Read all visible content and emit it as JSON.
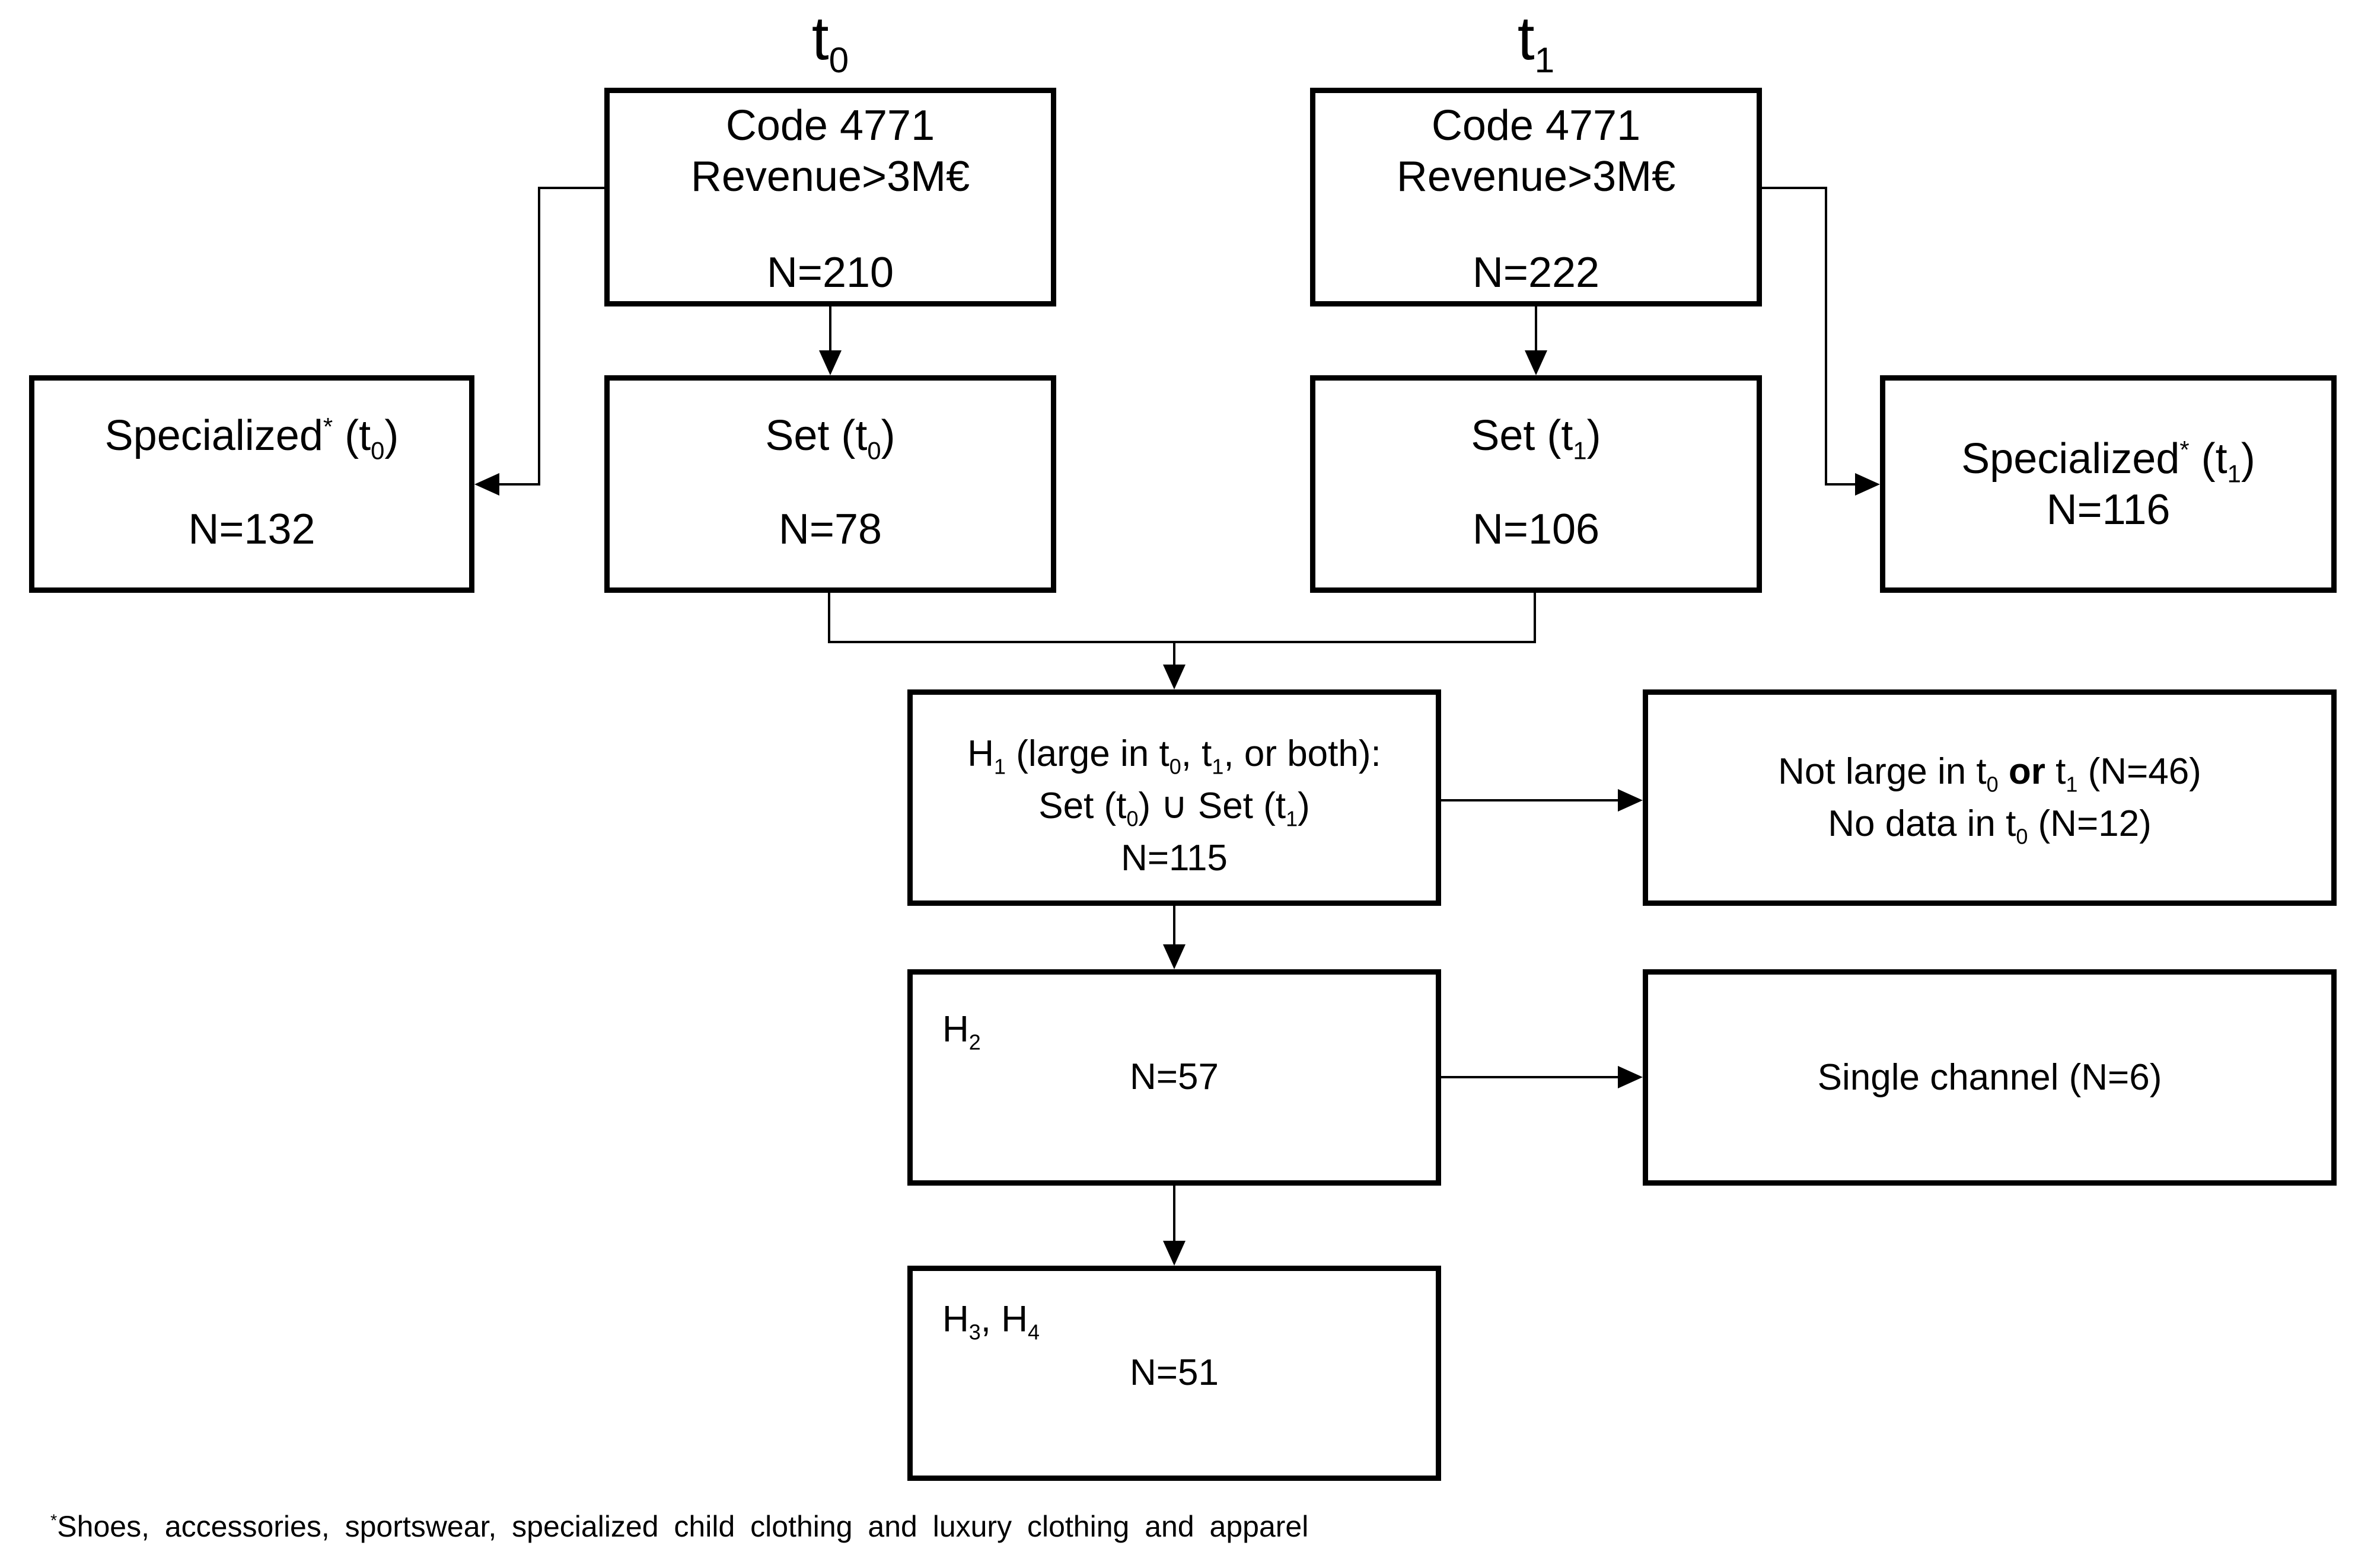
{
  "colors": {
    "line": "#000000",
    "background": "#ffffff"
  },
  "titles": {
    "t0": [
      {
        "t": "t"
      },
      {
        "t": "0",
        "sub": true
      }
    ],
    "t1": [
      {
        "t": "t"
      },
      {
        "t": "1",
        "sub": true
      }
    ]
  },
  "boxes": {
    "code_t0": {
      "line1": [
        {
          "t": "Code 4771"
        }
      ],
      "line2": [
        {
          "t": "Revenue>3M€"
        }
      ],
      "n": [
        {
          "t": "N=210"
        }
      ]
    },
    "code_t1": {
      "line1": [
        {
          "t": "Code 4771"
        }
      ],
      "line2": [
        {
          "t": "Revenue>3M€"
        }
      ],
      "n": [
        {
          "t": "N=222"
        }
      ]
    },
    "specialized_t0": {
      "title": [
        {
          "t": "Specialized"
        },
        {
          "t": "*",
          "sup": true
        },
        {
          "t": " (t"
        },
        {
          "t": "0",
          "sub": true
        },
        {
          "t": ")"
        }
      ],
      "n": [
        {
          "t": "N=132"
        }
      ]
    },
    "set_t0": {
      "title": [
        {
          "t": "Set (t"
        },
        {
          "t": "0",
          "sub": true
        },
        {
          "t": ")"
        }
      ],
      "n": [
        {
          "t": "N=78"
        }
      ]
    },
    "set_t1": {
      "title": [
        {
          "t": "Set (t"
        },
        {
          "t": "1",
          "sub": true
        },
        {
          "t": ")"
        }
      ],
      "n": [
        {
          "t": "N=106"
        }
      ]
    },
    "specialized_t1": {
      "title": [
        {
          "t": "Specialized"
        },
        {
          "t": "*",
          "sup": true
        },
        {
          "t": " (t"
        },
        {
          "t": "1",
          "sub": true
        },
        {
          "t": ")"
        }
      ],
      "n": [
        {
          "t": "N=116"
        }
      ]
    },
    "h1": {
      "line1": [
        {
          "t": "H"
        },
        {
          "t": "1",
          "sub": true
        },
        {
          "t": " (large in t"
        },
        {
          "t": "0",
          "sub": true
        },
        {
          "t": ", t"
        },
        {
          "t": "1",
          "sub": true
        },
        {
          "t": ", or both):"
        }
      ],
      "line2": [
        {
          "t": "Set (t"
        },
        {
          "t": "0",
          "sub": true
        },
        {
          "t": ") ∪ Set (t"
        },
        {
          "t": "1",
          "sub": true
        },
        {
          "t": ")"
        }
      ],
      "n": [
        {
          "t": "N=115"
        }
      ]
    },
    "not_large": {
      "line1": [
        {
          "t": "Not large in t"
        },
        {
          "t": "0",
          "sub": true
        },
        {
          "t": " "
        },
        {
          "t": "or",
          "b": true
        },
        {
          "t": " t"
        },
        {
          "t": "1",
          "sub": true
        },
        {
          "t": " (N=46)"
        }
      ],
      "line2": [
        {
          "t": "No data in t"
        },
        {
          "t": "0",
          "sub": true
        },
        {
          "t": " (N=12)"
        }
      ]
    },
    "h2": {
      "label": [
        {
          "t": "H"
        },
        {
          "t": "2",
          "sub": true
        }
      ],
      "n": [
        {
          "t": "N=57"
        }
      ]
    },
    "single_channel": {
      "line1": [
        {
          "t": "Single channel (N=6)"
        }
      ]
    },
    "h3h4": {
      "label": [
        {
          "t": "H"
        },
        {
          "t": "3",
          "sub": true
        },
        {
          "t": ", H"
        },
        {
          "t": "4",
          "sub": true
        }
      ],
      "n": [
        {
          "t": "N=51"
        }
      ]
    }
  },
  "footnote": [
    {
      "t": "*",
      "sup": true
    },
    {
      "t": "Shoes, accessories, sportswear, specialized child clothing and luxury clothing and apparel"
    }
  ]
}
